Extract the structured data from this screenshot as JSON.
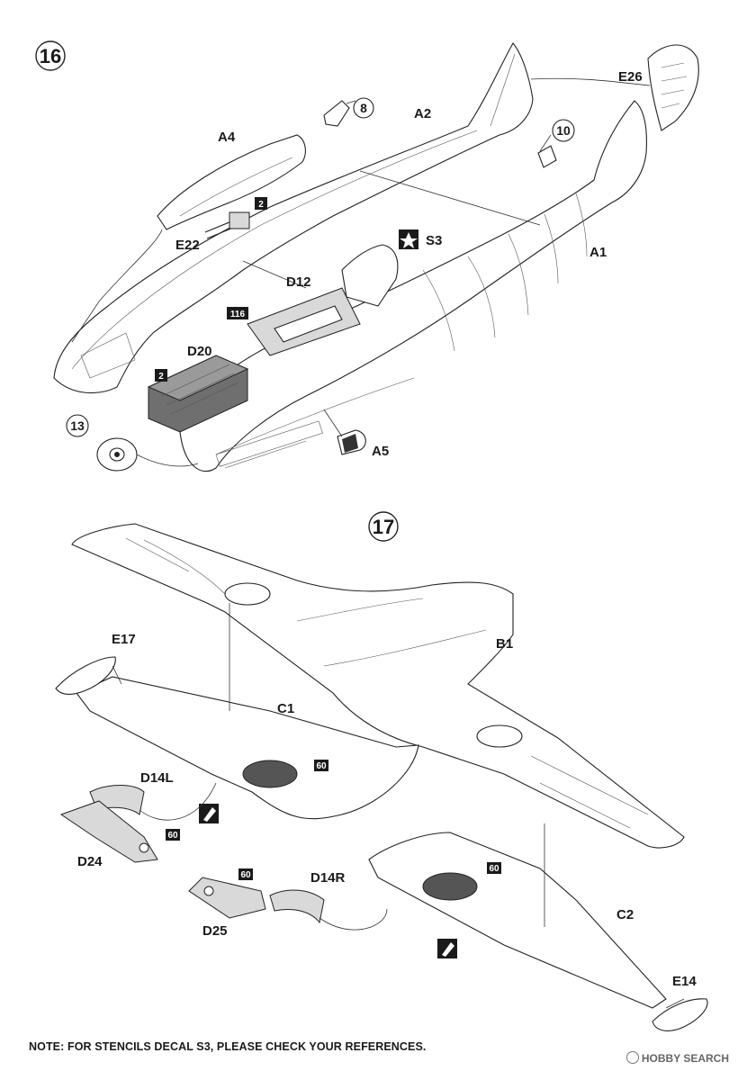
{
  "step16": {
    "number": "16",
    "labels": {
      "a1": "A1",
      "a2": "A2",
      "a4": "A4",
      "a5": "A5",
      "e22": "E22",
      "e26": "E26",
      "d12": "D12",
      "d20": "D20",
      "s3": "S3"
    },
    "callouts": {
      "c8": "8",
      "c10": "10",
      "c13": "13"
    },
    "badges": {
      "b2a": "2",
      "b2b": "2",
      "b116": "116"
    }
  },
  "step17": {
    "number": "17",
    "labels": {
      "b1": "B1",
      "c1": "C1",
      "c2": "C2",
      "d14l": "D14L",
      "d14r": "D14R",
      "d24": "D24",
      "d25": "D25",
      "e14": "E14",
      "e17": "E17"
    },
    "badges": {
      "b60a": "60",
      "b60b": "60",
      "b60c": "60",
      "b60d": "60"
    }
  },
  "note": "NOTE: FOR STENCILS DECAL S3, PLEASE CHECK YOUR REFERENCES.",
  "watermark": "HOBBY SEARCH"
}
